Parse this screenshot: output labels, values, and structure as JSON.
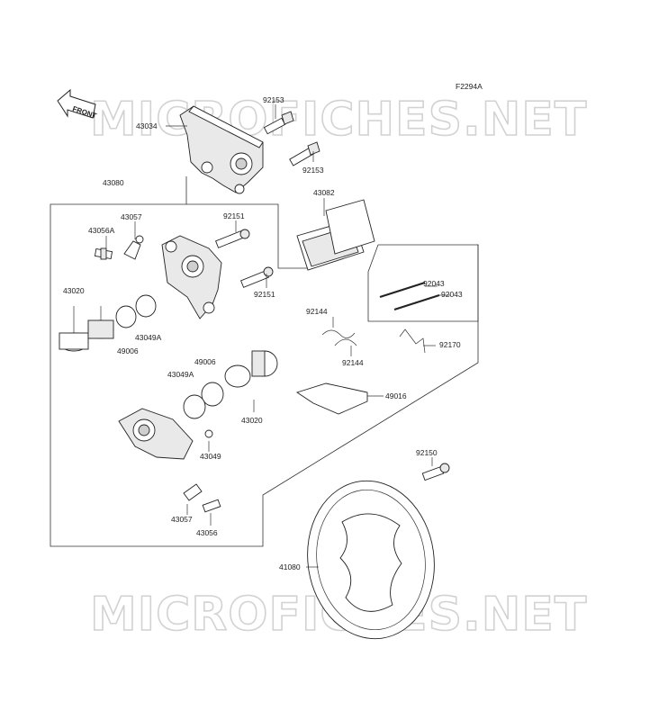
{
  "figure_code": "F2294A",
  "front_label": "FRONT",
  "watermark_text": "MICROFICHES.NET",
  "colors": {
    "line": "#222222",
    "watermark": "#d2d2d2",
    "background": "#ffffff"
  },
  "callouts": {
    "c92153a": "92153",
    "c43034": "43034",
    "c92153b": "92153",
    "c43080": "43080",
    "c43082": "43082",
    "c43057a": "43057",
    "c92151a": "92151",
    "c43056A": "43056A",
    "c43020a": "43020",
    "c92151b": "92151",
    "c92043a": "92043",
    "c92043b": "92043",
    "c43049Aa": "43049A",
    "c49006a": "49006",
    "c92144a": "92144",
    "c92144b": "92144",
    "c92170": "92170",
    "c49006b": "49006",
    "c43049Ab": "43049A",
    "c49016": "49016",
    "c43020b": "43020",
    "c43049": "43049",
    "c92150": "92150",
    "c43057b": "43057",
    "c43056": "43056",
    "c41080": "41080"
  }
}
